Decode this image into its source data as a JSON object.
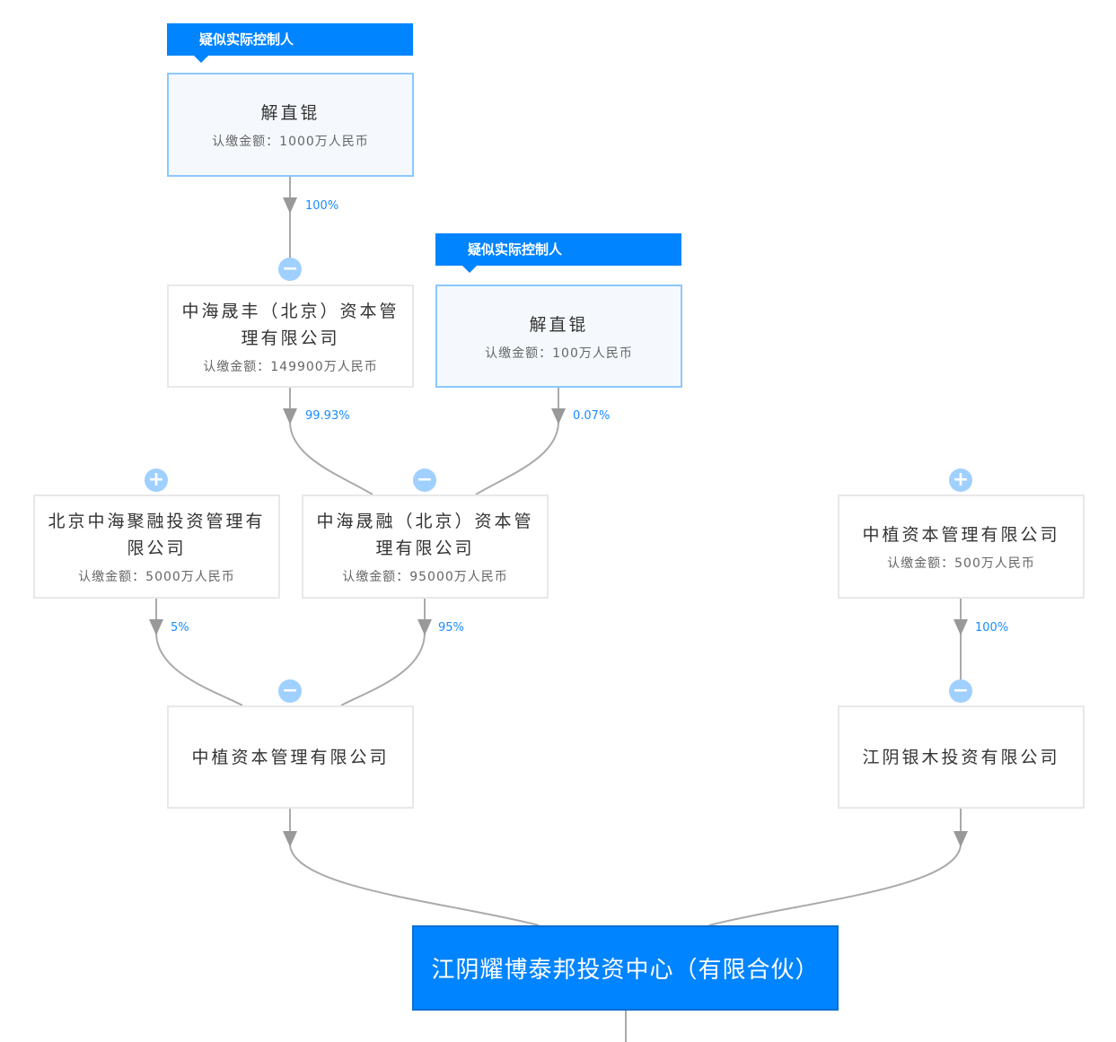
{
  "tag_label": "疑似实际控制人",
  "nodes": {
    "person1": {
      "name": "解直锟",
      "amount": "认缴金额：1000万人民币"
    },
    "zhsf": {
      "name": "中海晟丰（北京）资本管理有限公司",
      "amount": "认缴金额：149900万人民币"
    },
    "person2": {
      "name": "解直锟",
      "amount": "认缴金额：100万人民币"
    },
    "bjzhjr": {
      "name": "北京中海聚融投资管理有限公司",
      "amount": "认缴金额：5000万人民币"
    },
    "zhsr": {
      "name": "中海晟融（北京）资本管理有限公司",
      "amount": "认缴金额：95000万人民币"
    },
    "zzzb_right": {
      "name": "中植资本管理有限公司",
      "amount": "认缴金额：500万人民币"
    },
    "zzzb_left": {
      "name": "中植资本管理有限公司"
    },
    "jyym": {
      "name": "江阴银木投资有限公司"
    },
    "target": {
      "name": "江阴耀博泰邦投资中心（有限合伙）"
    }
  },
  "edges": {
    "p1_zhsf": "100%",
    "zhsf_zhsr": "99.93%",
    "p2_zhsr": "0.07%",
    "bjzhjr_zzzb": "5%",
    "zhsr_zzzb": "95%",
    "zzzbr_jyym": "100%"
  },
  "toggles": {
    "minus": "−",
    "plus": "+"
  }
}
